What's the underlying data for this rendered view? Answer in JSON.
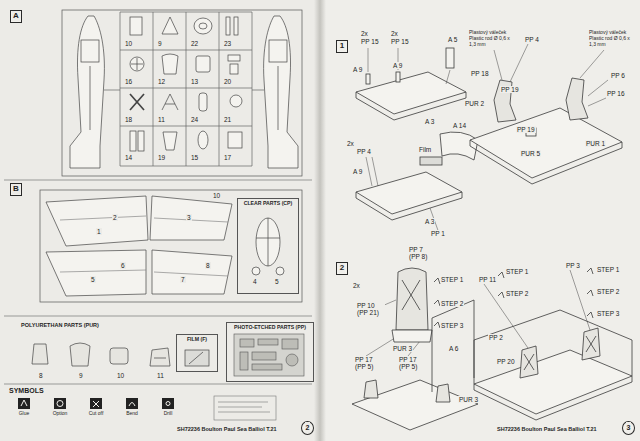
{
  "diagram": {
    "nodes": [
      {
        "text": [
          "A"
        ]
      },
      {
        "text": [
          "B"
        ]
      },
      {
        "text": [
          "CLEAR PARTS (CP)"
        ]
      },
      {
        "text": [
          "FILM (F)"
        ]
      },
      {
        "text": [
          "PHOTO-ETCHED PARTS (PP)"
        ]
      },
      {
        "text": [
          "Glue"
        ]
      },
      {
        "text": [
          "Option"
        ]
      },
      {
        "text": [
          "Cut off"
        ]
      },
      {
        "text": [
          "Bend"
        ]
      },
      {
        "text": [
          "Drill"
        ]
      },
      {
        "text": [
          "2"
        ]
      },
      {
        "text": [
          "1"
        ]
      },
      {
        "text": [
          "2"
        ]
      },
      {
        "text": [
          "3"
        ]
      }
    ],
    "labels": [
      "10",
      "9",
      "22",
      "23",
      "16",
      "12",
      "13",
      "20",
      "18",
      "11",
      "24",
      "21",
      "14",
      "19",
      "15",
      "17",
      "2",
      "3",
      "1",
      "10",
      "5",
      "6",
      "7",
      "8",
      "4",
      "5",
      "POLYURETHAN PARTS (PUR)",
      "8",
      "9",
      "10",
      "11",
      "SYMBOLS",
      "SH72236 Boulton Paul Sea Balliol T.21",
      "2x",
      "PP 15",
      "2x",
      "PP 15",
      "A 5",
      "A 9",
      "A 9",
      "A 3",
      "2x",
      "PP 4",
      "A 9",
      "A 3",
      "A 14",
      "Film",
      "PP 1",
      "Plastový váleček Plastic rod Ø 0,6 x 1,3 mm",
      "PP 4",
      "PP 18",
      "PUR 2",
      "PP 19",
      "Plastový váleček Plastic rod Ø 0,6 x 1,3 mm",
      "PP 6",
      "PP 16",
      "PP 19",
      "PUR 1",
      "PUR 5",
      "2x",
      "PP 7 (PP 8)",
      "STEP 1",
      "STEP 2",
      "STEP 3",
      "PP 10 (PP 21)",
      "PUR 3",
      "PP 17 (PP 5)",
      "PP 17 (PP 5)",
      "A 6",
      "PUR 3",
      "PP 11",
      "STEP 1",
      "STEP 2",
      "PP 3",
      "STEP 1",
      "STEP 2",
      "STEP 3",
      "PP 2",
      "PP 20",
      "SH72236 Boulton Paul Sea Balliol T.21"
    ]
  }
}
